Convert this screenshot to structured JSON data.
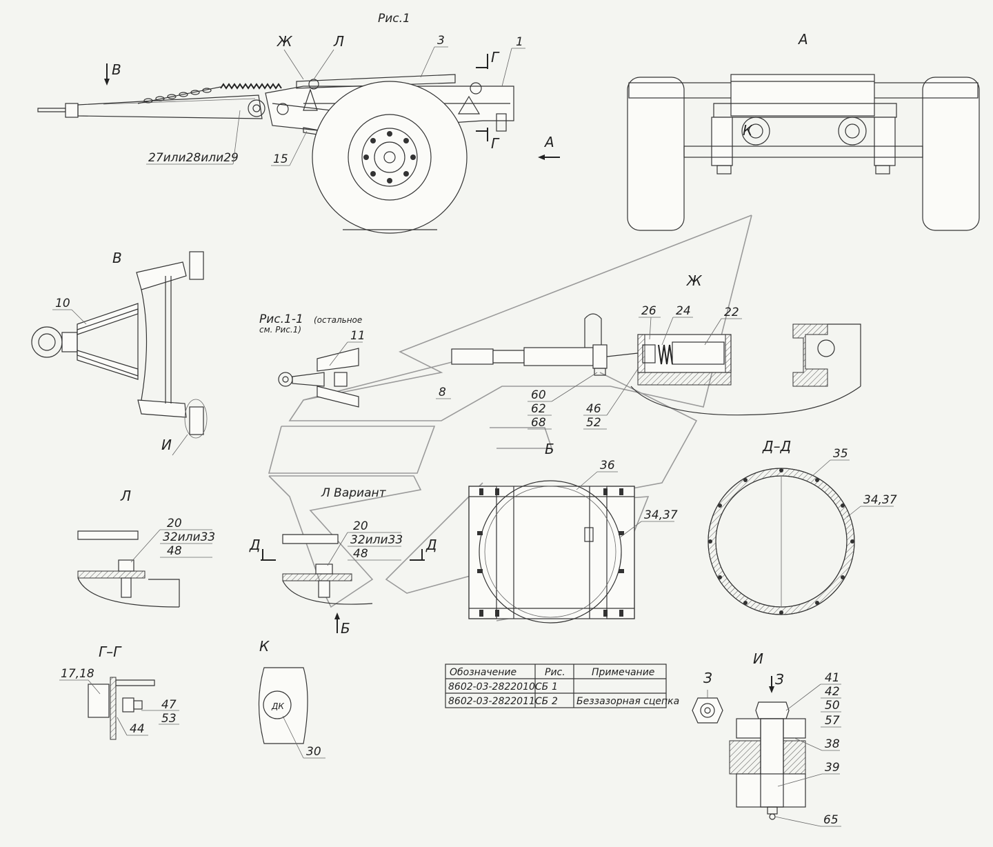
{
  "figure_title": "Рис.1",
  "subfigure_title": "Рис.1-1",
  "subfigure_note_1": "(остальное",
  "subfigure_note_2": "см. Рис.1)",
  "views": {
    "a": "А",
    "b": "Б",
    "v": "В",
    "g": "Г",
    "zh": "Ж",
    "l": "Л",
    "l_variant": "Л Вариант",
    "i": "И",
    "k": "К",
    "z": "З",
    "d": "Д",
    "dd": "Д–Д",
    "gg": "Г–Г"
  },
  "callouts": {
    "c1": "1",
    "c3": "3",
    "c8": "8",
    "c10": "10",
    "c11": "11",
    "c15": "15",
    "c20": "20",
    "c22": "22",
    "c24": "24",
    "c26": "26",
    "c27": "27или28или29",
    "c30": "30",
    "c32": "32или33",
    "c3437": "34,37",
    "c35": "35",
    "c36": "36",
    "c38": "38",
    "c39": "39",
    "c41": "41",
    "c42": "42",
    "c44": "44",
    "c46": "46",
    "c47": "47",
    "c48": "48",
    "c50": "50",
    "c52": "52",
    "c53": "53",
    "c57": "57",
    "c60": "60",
    "c62": "62",
    "c65": "65",
    "c68": "68",
    "c1718": "17,18",
    "dk": "ДК"
  },
  "table": {
    "headers": [
      "Обозначение",
      "Рис.",
      "Примечание"
    ],
    "rows": [
      [
        "8602-03-2822010СБ",
        "1",
        ""
      ],
      [
        "8602-03-2822011СБ",
        "2",
        "Беззазорная сцепка"
      ]
    ]
  }
}
